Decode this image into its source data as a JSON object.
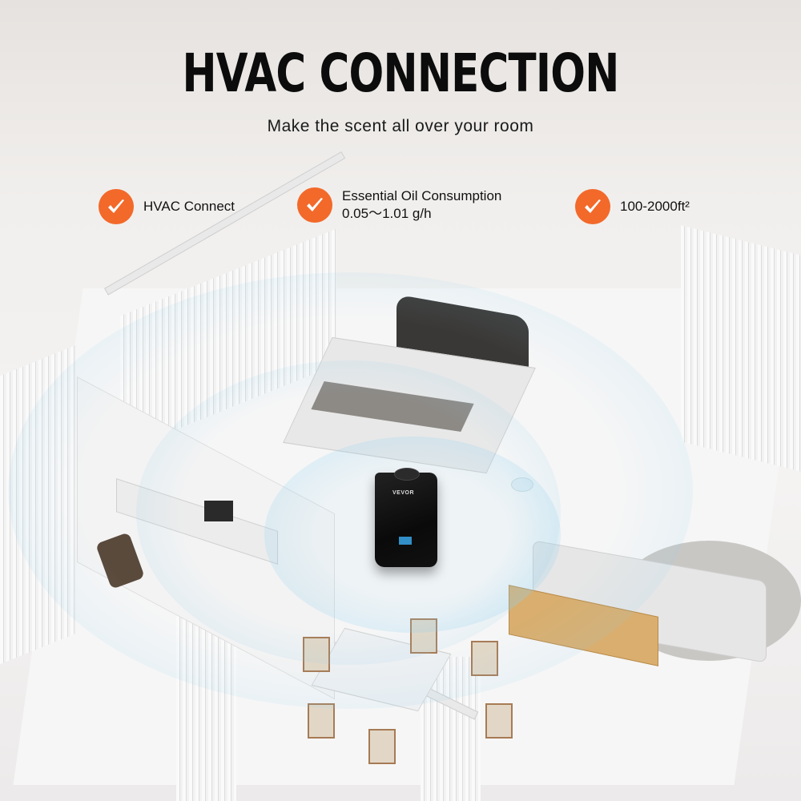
{
  "header": {
    "title": "HVAC CONNECTION",
    "subtitle": "Make the scent all over your room"
  },
  "features": [
    {
      "icon": "check-circle-icon",
      "line1": "HVAC Connect",
      "line2": ""
    },
    {
      "icon": "check-circle-icon",
      "line1": "Essential Oil Consumption",
      "line2": "0.05～1.01 g/h"
    },
    {
      "icon": "check-circle-icon",
      "line1": "100-2000ft²",
      "line2": ""
    }
  ],
  "product": {
    "brand": "VEVOR"
  },
  "colors": {
    "accent": "#f2692a",
    "title": "#0c0c0c",
    "scent_wave": "#8fd0f0"
  }
}
